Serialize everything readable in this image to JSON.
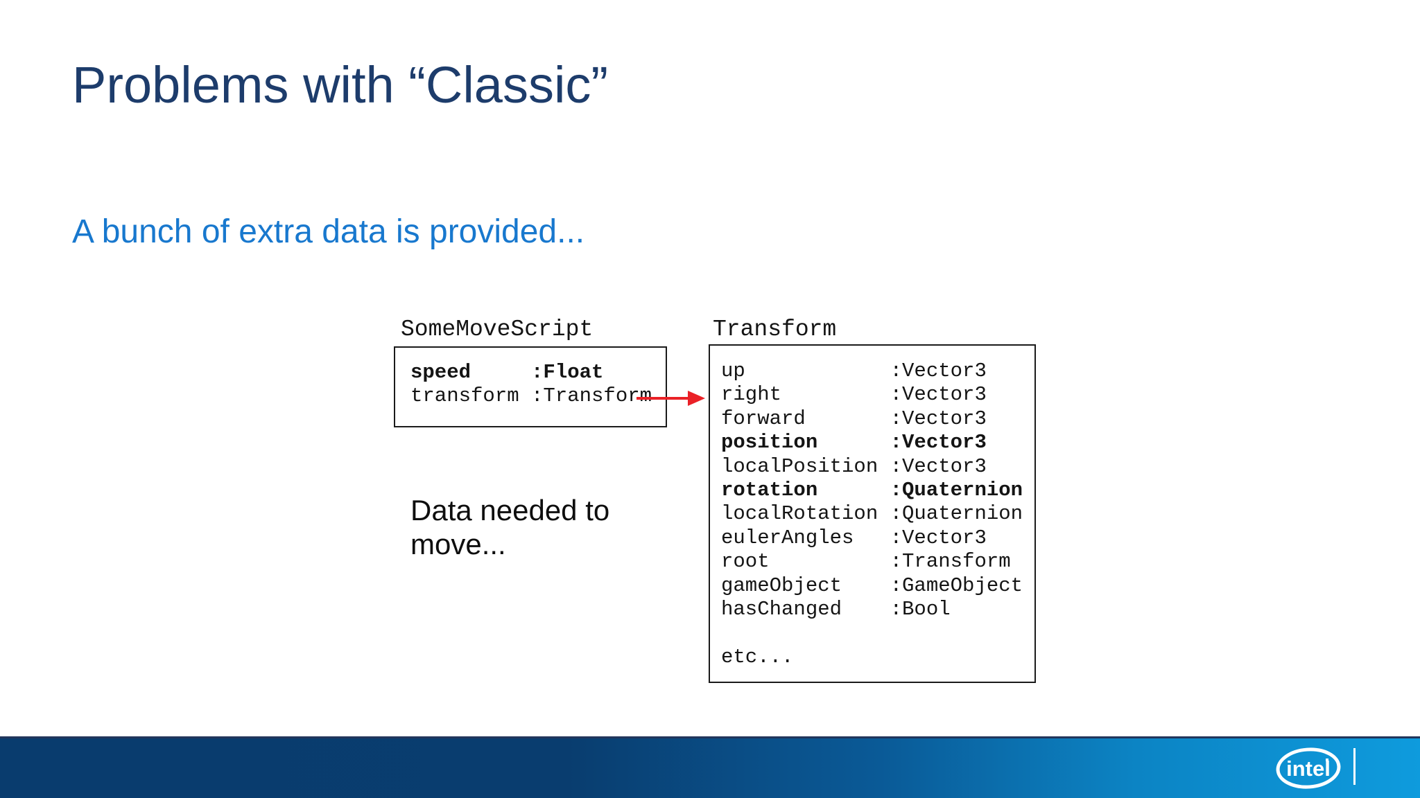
{
  "slide": {
    "title": "Problems with “Classic”",
    "subtitle": "A bunch of extra data is provided...",
    "note": "Data needed to\nmove...",
    "footer": {
      "brand": "intel"
    },
    "colors": {
      "title_text": "#1d3c6b",
      "subtitle_text": "#1878ce",
      "arrow": "#ea2127",
      "footer_bar_left": "#093c6e",
      "footer_bar_right": "#0e9bdd",
      "footer_accent_line": "#22365c"
    }
  },
  "diagram": {
    "script_box": {
      "label": "SomeMoveScript",
      "name_col_ch": 10,
      "rows": [
        {
          "name": "speed",
          "type": ":Float",
          "bold": true
        },
        {
          "name": "transform",
          "type": ":Transform",
          "bold": false
        }
      ]
    },
    "transform_box": {
      "label": "Transform",
      "name_col_ch": 14,
      "rows": [
        {
          "name": "up",
          "type": ":Vector3",
          "bold": false
        },
        {
          "name": "right",
          "type": ":Vector3",
          "bold": false
        },
        {
          "name": "forward",
          "type": ":Vector3",
          "bold": false
        },
        {
          "name": "position",
          "type": ":Vector3",
          "bold": true
        },
        {
          "name": "localPosition",
          "type": ":Vector3",
          "bold": false
        },
        {
          "name": "rotation",
          "type": ":Quaternion",
          "bold": true
        },
        {
          "name": "localRotation",
          "type": ":Quaternion",
          "bold": false
        },
        {
          "name": "eulerAngles",
          "type": ":Vector3",
          "bold": false
        },
        {
          "name": "root",
          "type": ":Transform",
          "bold": false
        },
        {
          "name": "gameObject",
          "type": ":GameObject",
          "bold": false
        },
        {
          "name": "hasChanged",
          "type": ":Bool",
          "bold": false
        },
        {
          "name": "",
          "type": "",
          "bold": false
        },
        {
          "name": "etc...",
          "type": "",
          "bold": false
        }
      ]
    }
  }
}
